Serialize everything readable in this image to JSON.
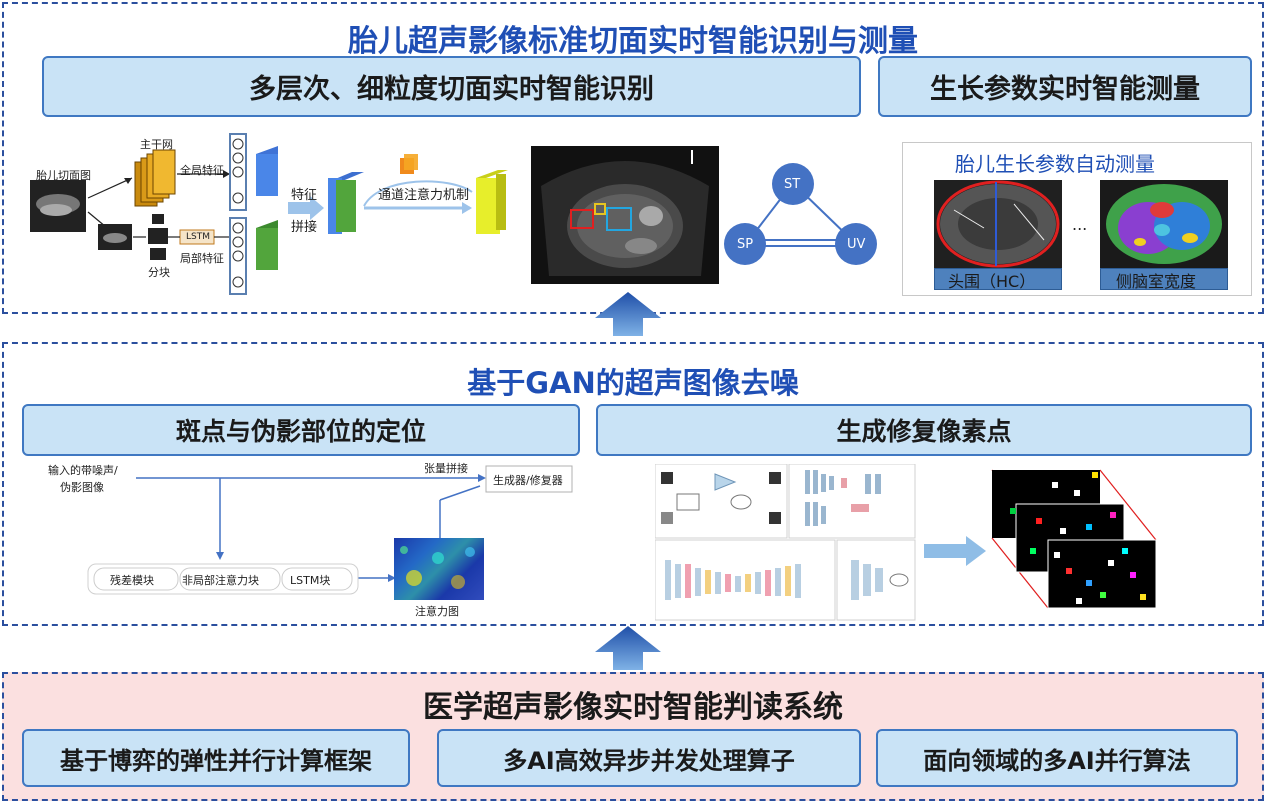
{
  "top": {
    "title": "胎儿超声影像标准切面实时智能识别与测量",
    "left_header": "多层次、细粒度切面实时智能识别",
    "right_header": "生长参数实时智能测量",
    "pipeline": {
      "input_label": "胎儿切面图",
      "backbone_label": "主干网",
      "global_label": "全局特征",
      "lstm_label": "LSTM",
      "local_label": "局部特征",
      "patch_label": "分块",
      "fuse_label_1": "特征",
      "fuse_label_2": "拼接",
      "attention_label": "通道注意力机制"
    },
    "graph_nodes": [
      "ST",
      "SP",
      "UV"
    ],
    "measure": {
      "title": "胎儿生长参数自动测量",
      "ellipsis": "...",
      "hc_label": "头围（HC）",
      "ventricle_label": "侧脑室宽度"
    }
  },
  "middle": {
    "title": "基于GAN的超声图像去噪",
    "left_header": "斑点与伪影部位的定位",
    "right_header": "生成修复像素点",
    "flow": {
      "input_label_1": "输入的带噪声/",
      "input_label_2": "伪影图像",
      "concat_label": "张量拼接",
      "generator_label": "生成器/修复器",
      "blocks": [
        "残差模块",
        "非局部注意力块",
        "LSTM块"
      ],
      "attention_map_label": "注意力图"
    }
  },
  "bottom": {
    "title": "医学超声影像实时智能判读系统",
    "boxes": [
      "基于博弈的弹性并行计算框架",
      "多AI高效异步并发处理算子",
      "面向领域的多AI并行算法"
    ]
  },
  "colors": {
    "title_blue": "#1f4fb5",
    "pill_fill": "#c9e3f6",
    "pill_border": "#3f78c2",
    "bottom_fill": "#fbe0e0",
    "node_blue": "#4472c4",
    "up_arrow": "#2e62b8"
  }
}
